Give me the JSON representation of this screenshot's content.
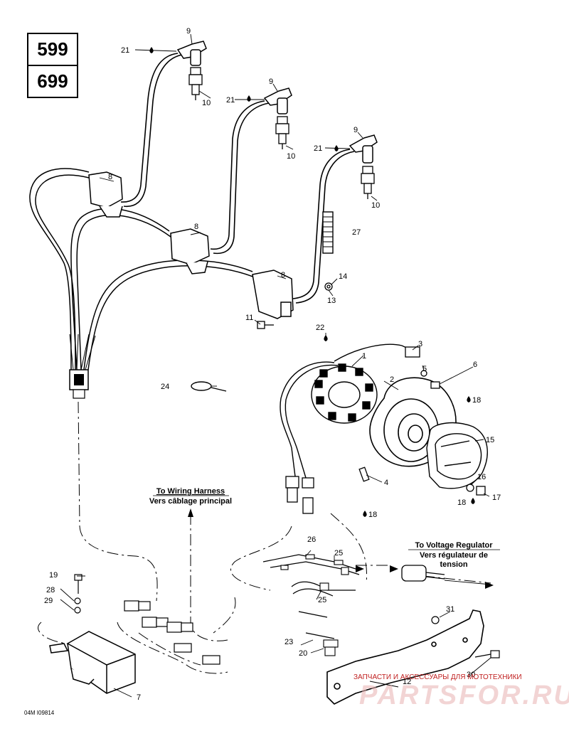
{
  "models": [
    "599",
    "699"
  ],
  "callouts": {
    "c1": "1",
    "c2": "2",
    "c3": "3",
    "c4": "4",
    "c5": "5",
    "c6": "6",
    "c7": "7",
    "c8": "8",
    "c9": "9",
    "c10": "10",
    "c11": "11",
    "c12": "12",
    "c13": "13",
    "c14": "14",
    "c15": "15",
    "c16": "16",
    "c17": "17",
    "c18": "18",
    "c19": "19",
    "c20": "20",
    "c21": "21",
    "c22": "22",
    "c23": "23",
    "c24": "24",
    "c25": "25",
    "c26": "26",
    "c27": "27",
    "c28": "28",
    "c29": "29",
    "c30": "30",
    "c31": "31"
  },
  "captions": {
    "wiring_en": "To Wiring Harness",
    "wiring_fr": "Vers câblage principal",
    "regulator_en": "To Voltage Regulator",
    "regulator_fr_1": "Vers régulateur de",
    "regulator_fr_2": "tension"
  },
  "drawing_code": "04M I09814",
  "watermark": {
    "line1": "ЗАПЧАСТИ И АКСЕССУАРЫ ДЛЯ МОТОТЕХНИКИ",
    "logo": "PARTSFOR.RU"
  }
}
